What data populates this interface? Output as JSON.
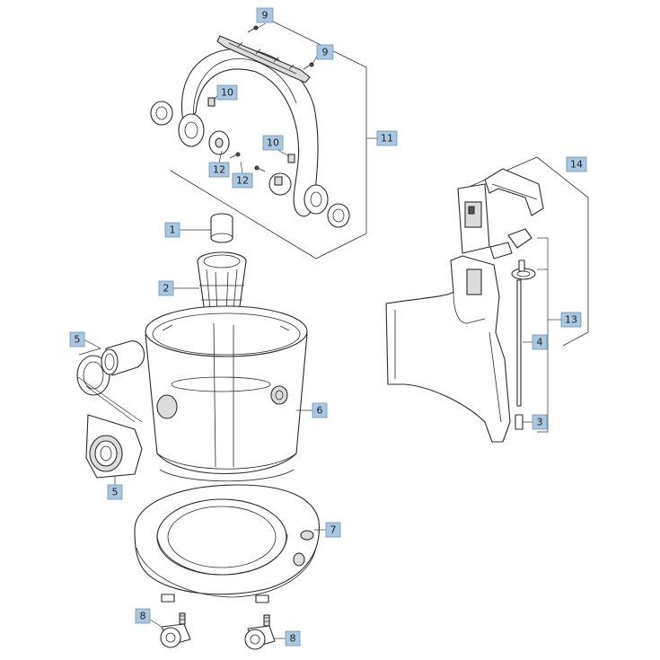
{
  "callouts": {
    "c1": "1",
    "c2": "2",
    "c3": "3",
    "c4": "4",
    "c5a": "5",
    "c5b": "5",
    "c6": "6",
    "c7": "7",
    "c8a": "8",
    "c8b": "8",
    "c9a": "9",
    "c9b": "9",
    "c10a": "10",
    "c10b": "10",
    "c11": "11",
    "c12a": "12",
    "c12b": "12",
    "c13": "13",
    "c14": "14"
  }
}
